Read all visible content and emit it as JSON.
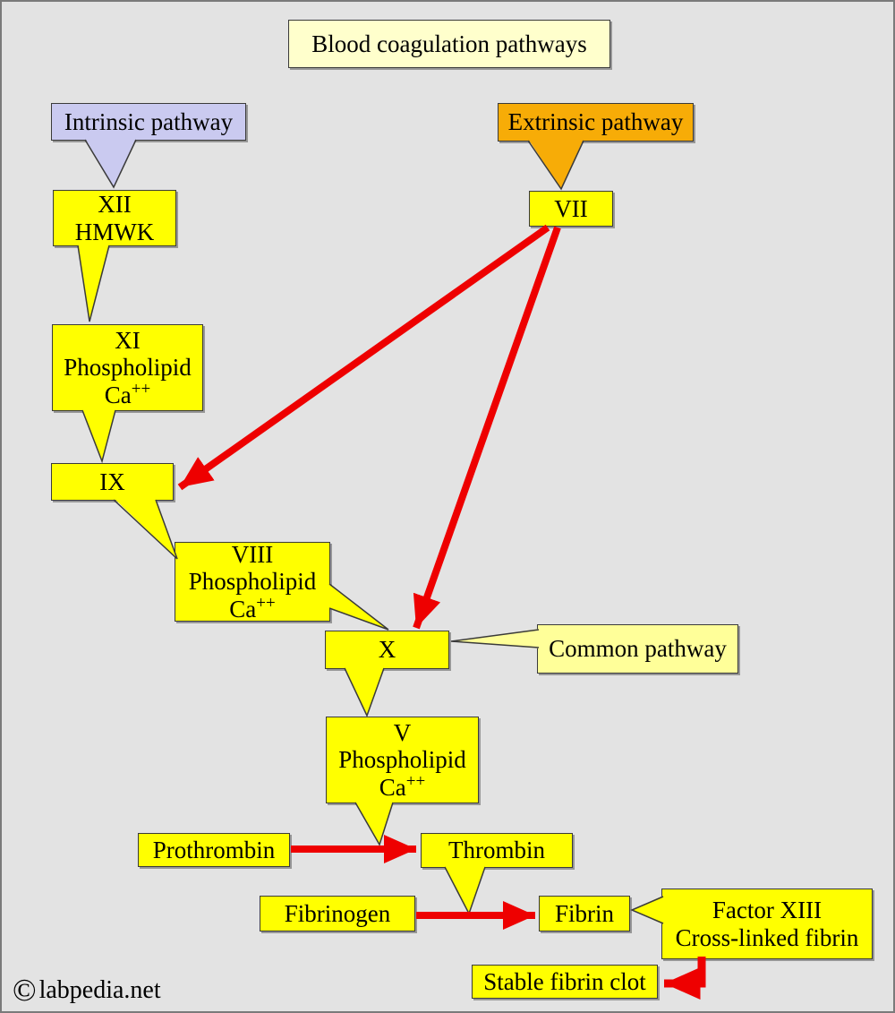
{
  "title": "Blood coagulation pathways",
  "colors": {
    "node_fill": "#ffff00",
    "intrinsic_fill": "#cacaf0",
    "extrinsic_fill": "#f7ac07",
    "title_fill": "#ffffcc",
    "common_fill": "#ffff99",
    "arrow_red": "#ee0000",
    "background": "#e3e3e3",
    "border": "#3a3a3a"
  },
  "nodes": {
    "intrinsic": {
      "label": "Intrinsic pathway"
    },
    "extrinsic": {
      "label": "Extrinsic pathway"
    },
    "xii": {
      "line1": "XII",
      "line2": "HMWK"
    },
    "vii": {
      "label": "VII"
    },
    "xi": {
      "line1": "XI",
      "line2": "Phospholipid",
      "ca_base": "Ca",
      "ca_sup": "++"
    },
    "ix": {
      "label": "IX"
    },
    "viii": {
      "line1": "VIII",
      "line2": "Phospholipid",
      "ca_base": "Ca",
      "ca_sup": "++"
    },
    "x": {
      "label": "X"
    },
    "common": {
      "label": "Common pathway"
    },
    "v": {
      "line1": "V",
      "line2": "Phospholipid",
      "ca_base": "Ca",
      "ca_sup": "++"
    },
    "prothrombin": {
      "label": "Prothrombin"
    },
    "thrombin": {
      "label": "Thrombin"
    },
    "fibrinogen": {
      "label": "Fibrinogen"
    },
    "fibrin": {
      "label": "Fibrin"
    },
    "factor_xiii": {
      "line1": "Factor XIII",
      "line2": "Cross-linked fibrin"
    },
    "stable": {
      "label": "Stable fibrin clot"
    }
  },
  "footer": {
    "symbol": "©",
    "site": "labpedia.net"
  }
}
